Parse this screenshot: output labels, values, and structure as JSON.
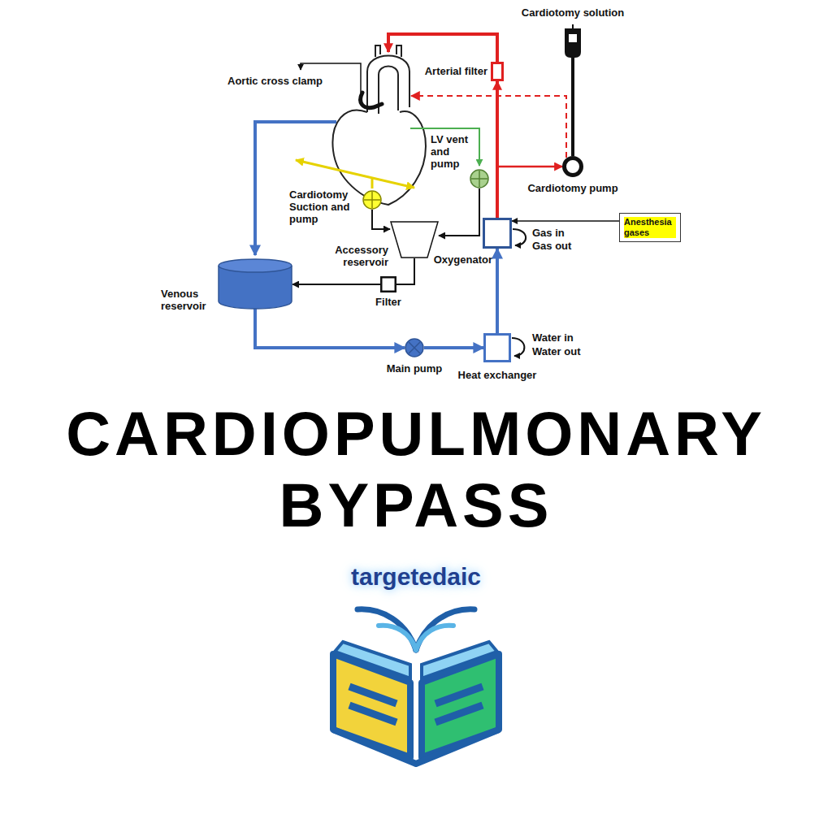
{
  "diagram": {
    "title": "CARDIOPULMONARY BYPASS",
    "nodes": [
      {
        "text": [
          "Arterial filter"
        ]
      },
      {
        "text": [
          "Cardiotomy solution"
        ]
      },
      {
        "text": [
          "LV vent and pump"
        ]
      },
      {
        "text": [
          "Cardiotomy pump"
        ]
      },
      {
        "text": [
          "Cardiotomy Suction and pump"
        ]
      },
      {
        "text": [
          "Anesthesia gases"
        ]
      },
      {
        "text": [
          "Accessory reservoir"
        ]
      },
      {
        "text": [
          "Oxygenator"
        ]
      },
      {
        "text": [
          "Filter"
        ]
      },
      {
        "text": [
          "Venous reservoir"
        ]
      },
      {
        "text": [
          "Main pump"
        ]
      },
      {
        "text": [
          "Heat exchanger"
        ]
      }
    ],
    "edges": [
      {
        "from": 9,
        "to": 10,
        "arrow": "to"
      },
      {
        "from": 10,
        "to": 11,
        "arrow": "to"
      },
      {
        "from": 11,
        "to": 7,
        "arrow": "to"
      },
      {
        "from": 7,
        "to": 0,
        "arrow": "to"
      },
      {
        "from": 7,
        "to": 3,
        "arrow": "to"
      },
      {
        "from": 1,
        "to": 3,
        "arrow": "none"
      },
      {
        "from": 2,
        "to": 6,
        "arrow": "to"
      },
      {
        "from": 4,
        "to": 6,
        "arrow": "to"
      },
      {
        "from": 6,
        "to": 8,
        "arrow": "none"
      },
      {
        "from": 8,
        "to": 9,
        "arrow": "to"
      },
      {
        "from": 5,
        "to": 7,
        "arrow": "to"
      }
    ],
    "labels": [
      "Aortic cross clamp",
      "Gas in",
      "Gas out",
      "Water in",
      "Water out",
      "targetedaic"
    ]
  }
}
